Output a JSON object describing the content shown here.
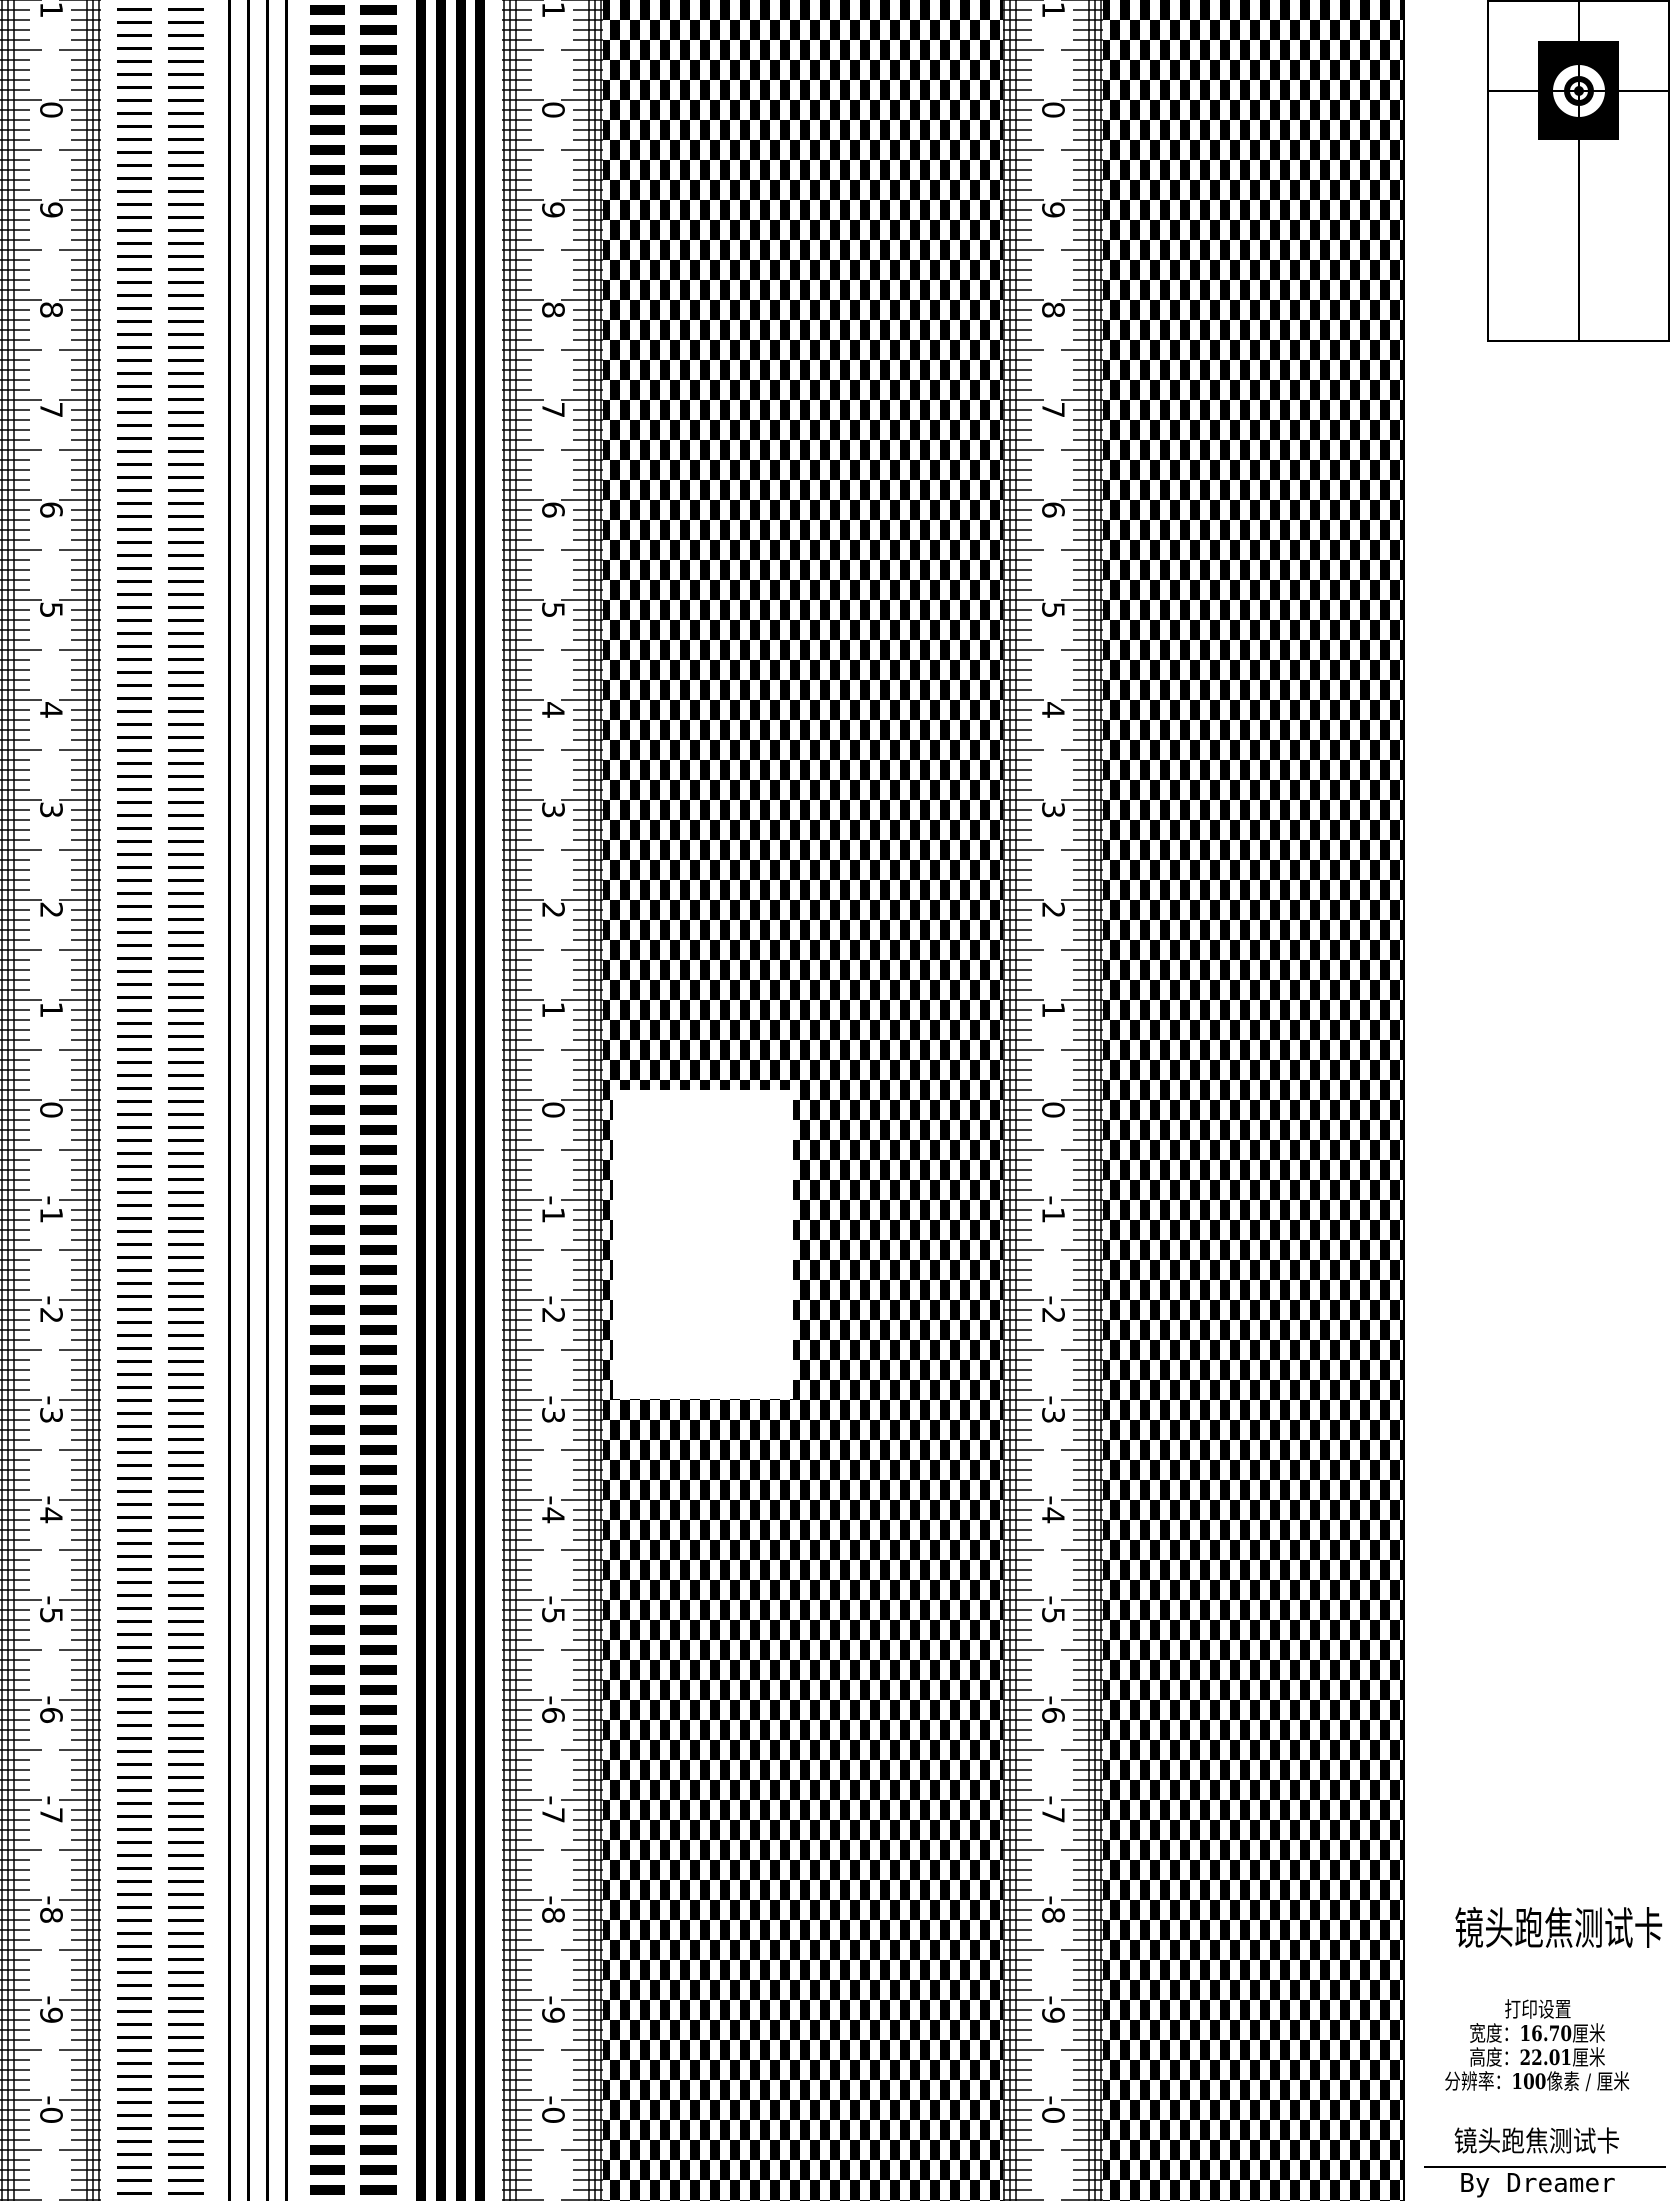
{
  "colors": {
    "ink": "#000000",
    "paper": "#ffffff"
  },
  "ruler": {
    "labels": [
      "1",
      "0",
      "9",
      "8",
      "7",
      "6",
      "5",
      "4",
      "3",
      "2",
      "1",
      "0",
      "-1",
      "-2",
      "-3",
      "-4",
      "-5",
      "-6",
      "-7",
      "-8",
      "-9",
      "-0"
    ]
  },
  "icons": {
    "target": "focus-target-icon"
  },
  "card": {
    "title": "镜头跑焦测试卡",
    "settings_heading": "打印设置",
    "width_label": "宽度：",
    "width_value": "16.70",
    "width_unit": "厘米",
    "height_label": "高度：",
    "height_value": "22.01",
    "height_unit": "厘米",
    "resolution_label": "分辨率：",
    "resolution_value": "100",
    "resolution_unit": "像素 / 厘米",
    "footer_title": "镜头跑焦测试卡",
    "author": "By Dreamer"
  }
}
